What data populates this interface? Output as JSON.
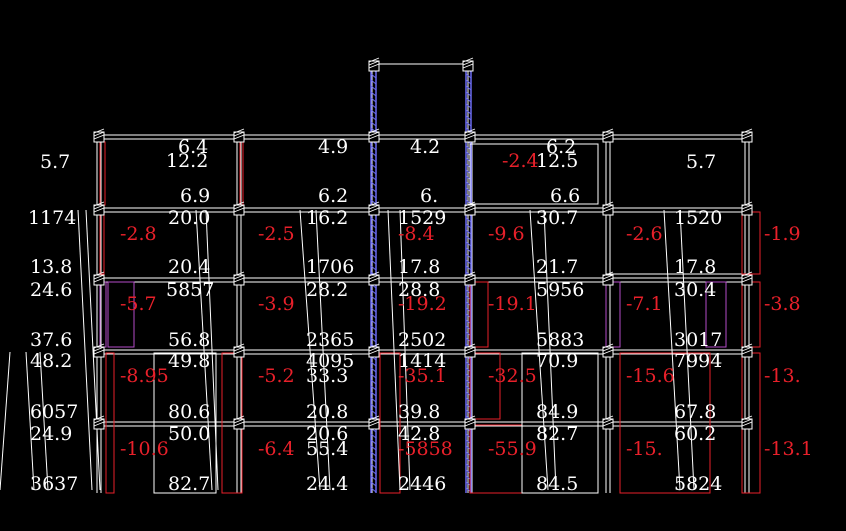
{
  "labels": [
    {
      "t": "5.7",
      "c": "w"
    },
    {
      "t": "6.4",
      "c": "w"
    },
    {
      "t": "12.2",
      "c": "w"
    },
    {
      "t": "4.9",
      "c": "w"
    },
    {
      "t": "4.2",
      "c": "w"
    },
    {
      "t": "-2.4",
      "c": "r"
    },
    {
      "t": "6.2",
      "c": "w"
    },
    {
      "t": "12.5",
      "c": "w"
    },
    {
      "t": "5.7",
      "c": "w"
    },
    {
      "t": "6.9",
      "c": "w"
    },
    {
      "t": "6.2",
      "c": "w"
    },
    {
      "t": "6.",
      "c": "w"
    },
    {
      "t": "6.6",
      "c": "w"
    },
    {
      "t": "1174",
      "c": "w"
    },
    {
      "t": "-2.8",
      "c": "r"
    },
    {
      "t": "20.0",
      "c": "w"
    },
    {
      "t": "-2.5",
      "c": "r"
    },
    {
      "t": "16.2",
      "c": "w"
    },
    {
      "t": "1529",
      "c": "w"
    },
    {
      "t": "-8.4",
      "c": "r"
    },
    {
      "t": "-9.6",
      "c": "r"
    },
    {
      "t": "30.7",
      "c": "w"
    },
    {
      "t": "-2.6",
      "c": "r"
    },
    {
      "t": "1520",
      "c": "w"
    },
    {
      "t": "-1.9",
      "c": "r"
    },
    {
      "t": "13.8",
      "c": "w"
    },
    {
      "t": "20.4",
      "c": "w"
    },
    {
      "t": "1706",
      "c": "w"
    },
    {
      "t": "17.8",
      "c": "w"
    },
    {
      "t": "21.7",
      "c": "w"
    },
    {
      "t": "17.8",
      "c": "w"
    },
    {
      "t": "24.6",
      "c": "w"
    },
    {
      "t": "-5.7",
      "c": "r"
    },
    {
      "t": "5857",
      "c": "w"
    },
    {
      "t": "-3.9",
      "c": "r"
    },
    {
      "t": "28.2",
      "c": "w"
    },
    {
      "t": "28.8",
      "c": "w"
    },
    {
      "t": "-19.2",
      "c": "r"
    },
    {
      "t": "-19.1",
      "c": "r"
    },
    {
      "t": "5956",
      "c": "w"
    },
    {
      "t": "-7.1",
      "c": "r"
    },
    {
      "t": "30.4",
      "c": "w"
    },
    {
      "t": "-3.8",
      "c": "r"
    },
    {
      "t": "37.6",
      "c": "w"
    },
    {
      "t": "56.8",
      "c": "w"
    },
    {
      "t": "2365",
      "c": "w"
    },
    {
      "t": "2502",
      "c": "w"
    },
    {
      "t": "5883",
      "c": "w"
    },
    {
      "t": "3017",
      "c": "w"
    },
    {
      "t": "48.2",
      "c": "w"
    },
    {
      "t": "-8.95",
      "c": "r"
    },
    {
      "t": "49.8",
      "c": "w"
    },
    {
      "t": "-5.2",
      "c": "r"
    },
    {
      "t": "4095",
      "c": "w"
    },
    {
      "t": "33.3",
      "c": "w"
    },
    {
      "t": "1414",
      "c": "w"
    },
    {
      "t": "-35.1",
      "c": "r"
    },
    {
      "t": "-32.5",
      "c": "r"
    },
    {
      "t": "70.9",
      "c": "w"
    },
    {
      "t": "-15.6",
      "c": "r"
    },
    {
      "t": "7994",
      "c": "w"
    },
    {
      "t": "-13.",
      "c": "r"
    },
    {
      "t": "6057",
      "c": "w"
    },
    {
      "t": "80.6",
      "c": "w"
    },
    {
      "t": "20.8",
      "c": "w"
    },
    {
      "t": "39.8",
      "c": "w"
    },
    {
      "t": "84.9",
      "c": "w"
    },
    {
      "t": "67.8",
      "c": "w"
    },
    {
      "t": "24.9",
      "c": "w"
    },
    {
      "t": "-10.6",
      "c": "r"
    },
    {
      "t": "50.0",
      "c": "w"
    },
    {
      "t": "-6.4",
      "c": "r"
    },
    {
      "t": "20.6",
      "c": "w"
    },
    {
      "t": "55.4",
      "c": "w"
    },
    {
      "t": "42.8",
      "c": "w"
    },
    {
      "t": "-5858",
      "c": "r"
    },
    {
      "t": "-55.9",
      "c": "r"
    },
    {
      "t": "82.7",
      "c": "w"
    },
    {
      "t": "-15.",
      "c": "r"
    },
    {
      "t": "60.2",
      "c": "w"
    },
    {
      "t": "-13.1",
      "c": "r"
    },
    {
      "t": "3637",
      "c": "w"
    },
    {
      "t": "82.7",
      "c": "w"
    },
    {
      "t": "24.4",
      "c": "w"
    },
    {
      "t": "2446",
      "c": "w"
    },
    {
      "t": "84.5",
      "c": "w"
    },
    {
      "t": "5824",
      "c": "w"
    }
  ]
}
